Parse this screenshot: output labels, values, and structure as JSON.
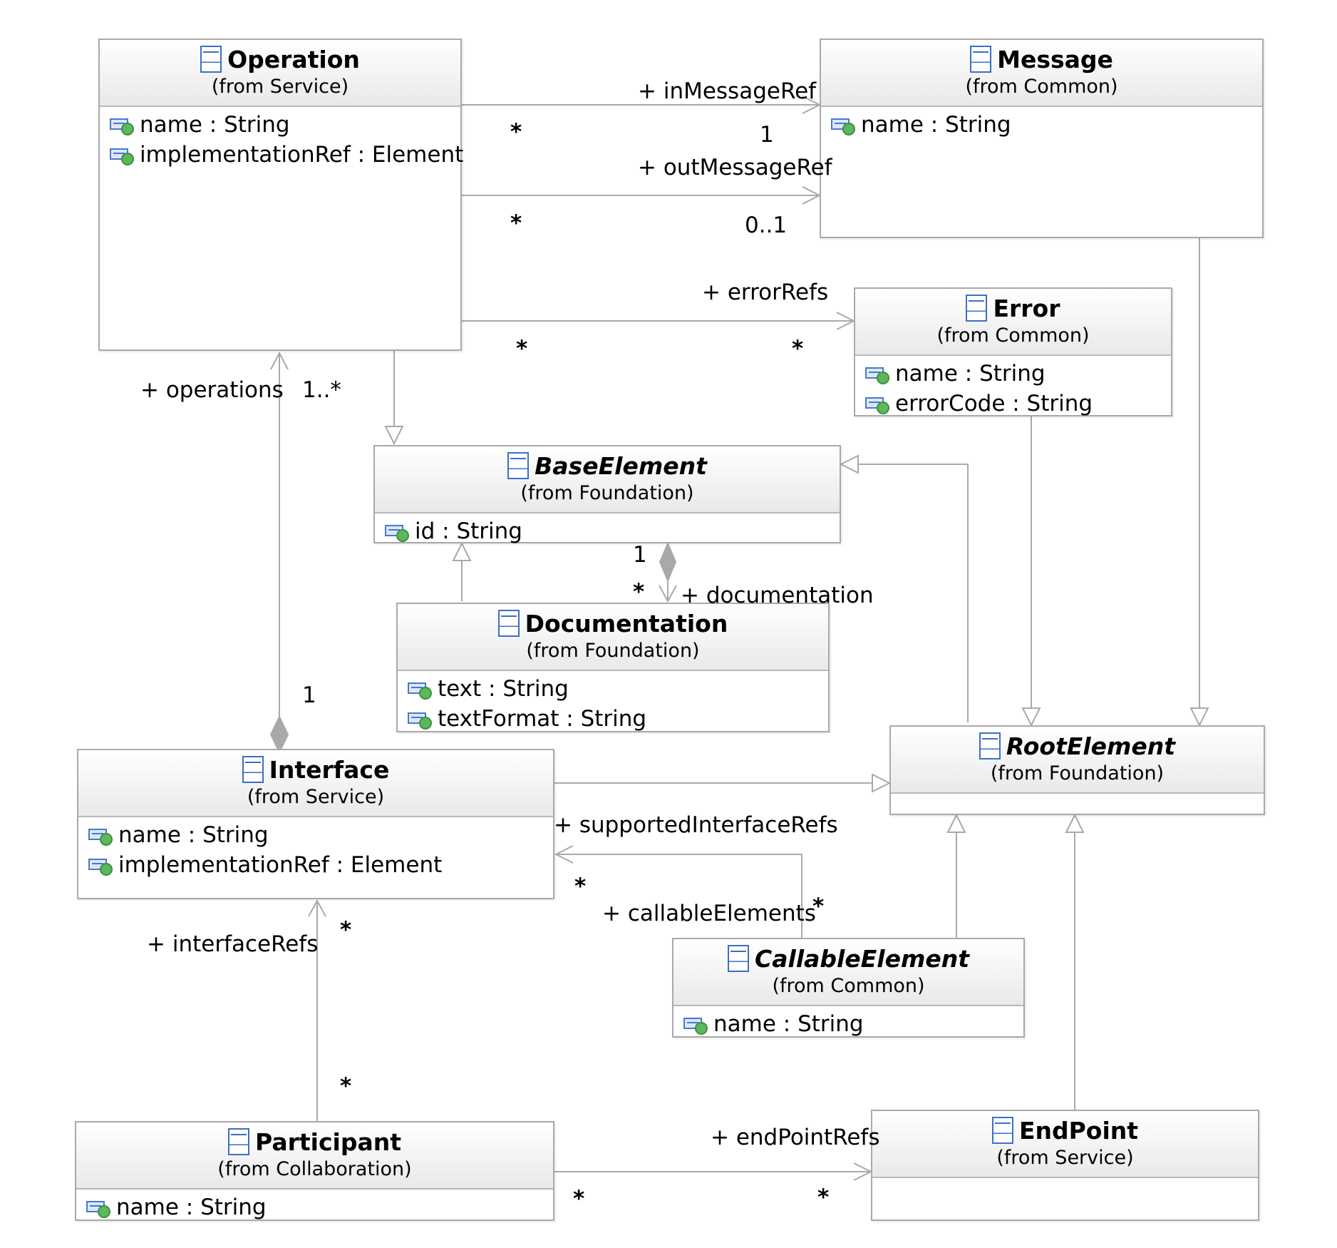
{
  "classes": {
    "operation": {
      "name": "Operation",
      "from": "(from Service)",
      "attrs": [
        "name : String",
        "implementationRef : Element"
      ]
    },
    "message": {
      "name": "Message",
      "from": "(from Common)",
      "attrs": [
        "name : String"
      ]
    },
    "error": {
      "name": "Error",
      "from": "(from Common)",
      "attrs": [
        "name : String",
        "errorCode : String"
      ]
    },
    "base_element": {
      "name": "BaseElement",
      "from": "(from Foundation)",
      "attrs": [
        "id : String"
      ],
      "abstract": true
    },
    "documentation": {
      "name": "Documentation",
      "from": "(from Foundation)",
      "attrs": [
        "text : String",
        "textFormat : String"
      ]
    },
    "interface": {
      "name": "Interface",
      "from": "(from Service)",
      "attrs": [
        "name : String",
        "implementationRef : Element"
      ]
    },
    "root_element": {
      "name": "RootElement",
      "from": "(from Foundation)",
      "attrs": [],
      "abstract": true
    },
    "callable_element": {
      "name": "CallableElement",
      "from": "(from Common)",
      "attrs": [
        "name : String"
      ],
      "abstract": true
    },
    "participant": {
      "name": "Participant",
      "from": "(from Collaboration)",
      "attrs": [
        "name : String"
      ]
    },
    "end_point": {
      "name": "EndPoint",
      "from": "(from Service)",
      "attrs": []
    }
  },
  "labels": {
    "in_message_ref": "+ inMessageRef",
    "in_message_src_mult": "*",
    "in_message_tgt_mult": "1",
    "out_message_ref": "+ outMessageRef",
    "out_message_src_mult": "*",
    "out_message_tgt_mult": "0..1",
    "error_refs": "+ errorRefs",
    "error_src_mult": "*",
    "error_tgt_mult": "*",
    "operations": "+ operations",
    "operations_mult": "1..*",
    "operations_owner_mult": "1",
    "documentation_owner_mult": "1",
    "documentation_mult": "*",
    "documentation_role": "+ documentation",
    "supported_interface_refs": "+ supportedInterfaceRefs",
    "supported_interface_mult": "*",
    "callable_elements": "+ callableElements",
    "callable_elements_mult": "*",
    "interface_refs": "+ interfaceRefs",
    "interface_refs_tgt_mult": "*",
    "interface_refs_src_mult": "*",
    "end_point_refs": "+ endPointRefs",
    "end_point_src_mult": "*",
    "end_point_tgt_mult": "*"
  },
  "colors": {
    "line": "#a9a9a9",
    "class_icon": "#3b6fc6",
    "attr_dot": "#5db85d"
  }
}
